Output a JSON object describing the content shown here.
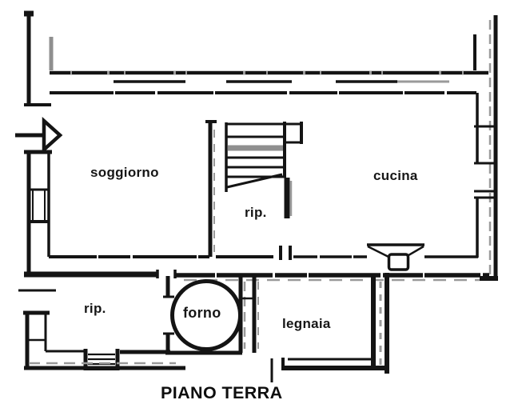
{
  "title": "PIANO TERRA",
  "rooms": {
    "soggiorno": "soggiorno",
    "cucina": "cucina",
    "rip_under_stairs": "rip.",
    "rip_annex": "rip.",
    "forno": "forno",
    "legnaia": "legnaia"
  },
  "icons": {
    "entrance_arrow": "arrow-right"
  },
  "colors": {
    "wall": "#141414",
    "wall_shade": "#9a9a9a",
    "background": "#ffffff"
  }
}
